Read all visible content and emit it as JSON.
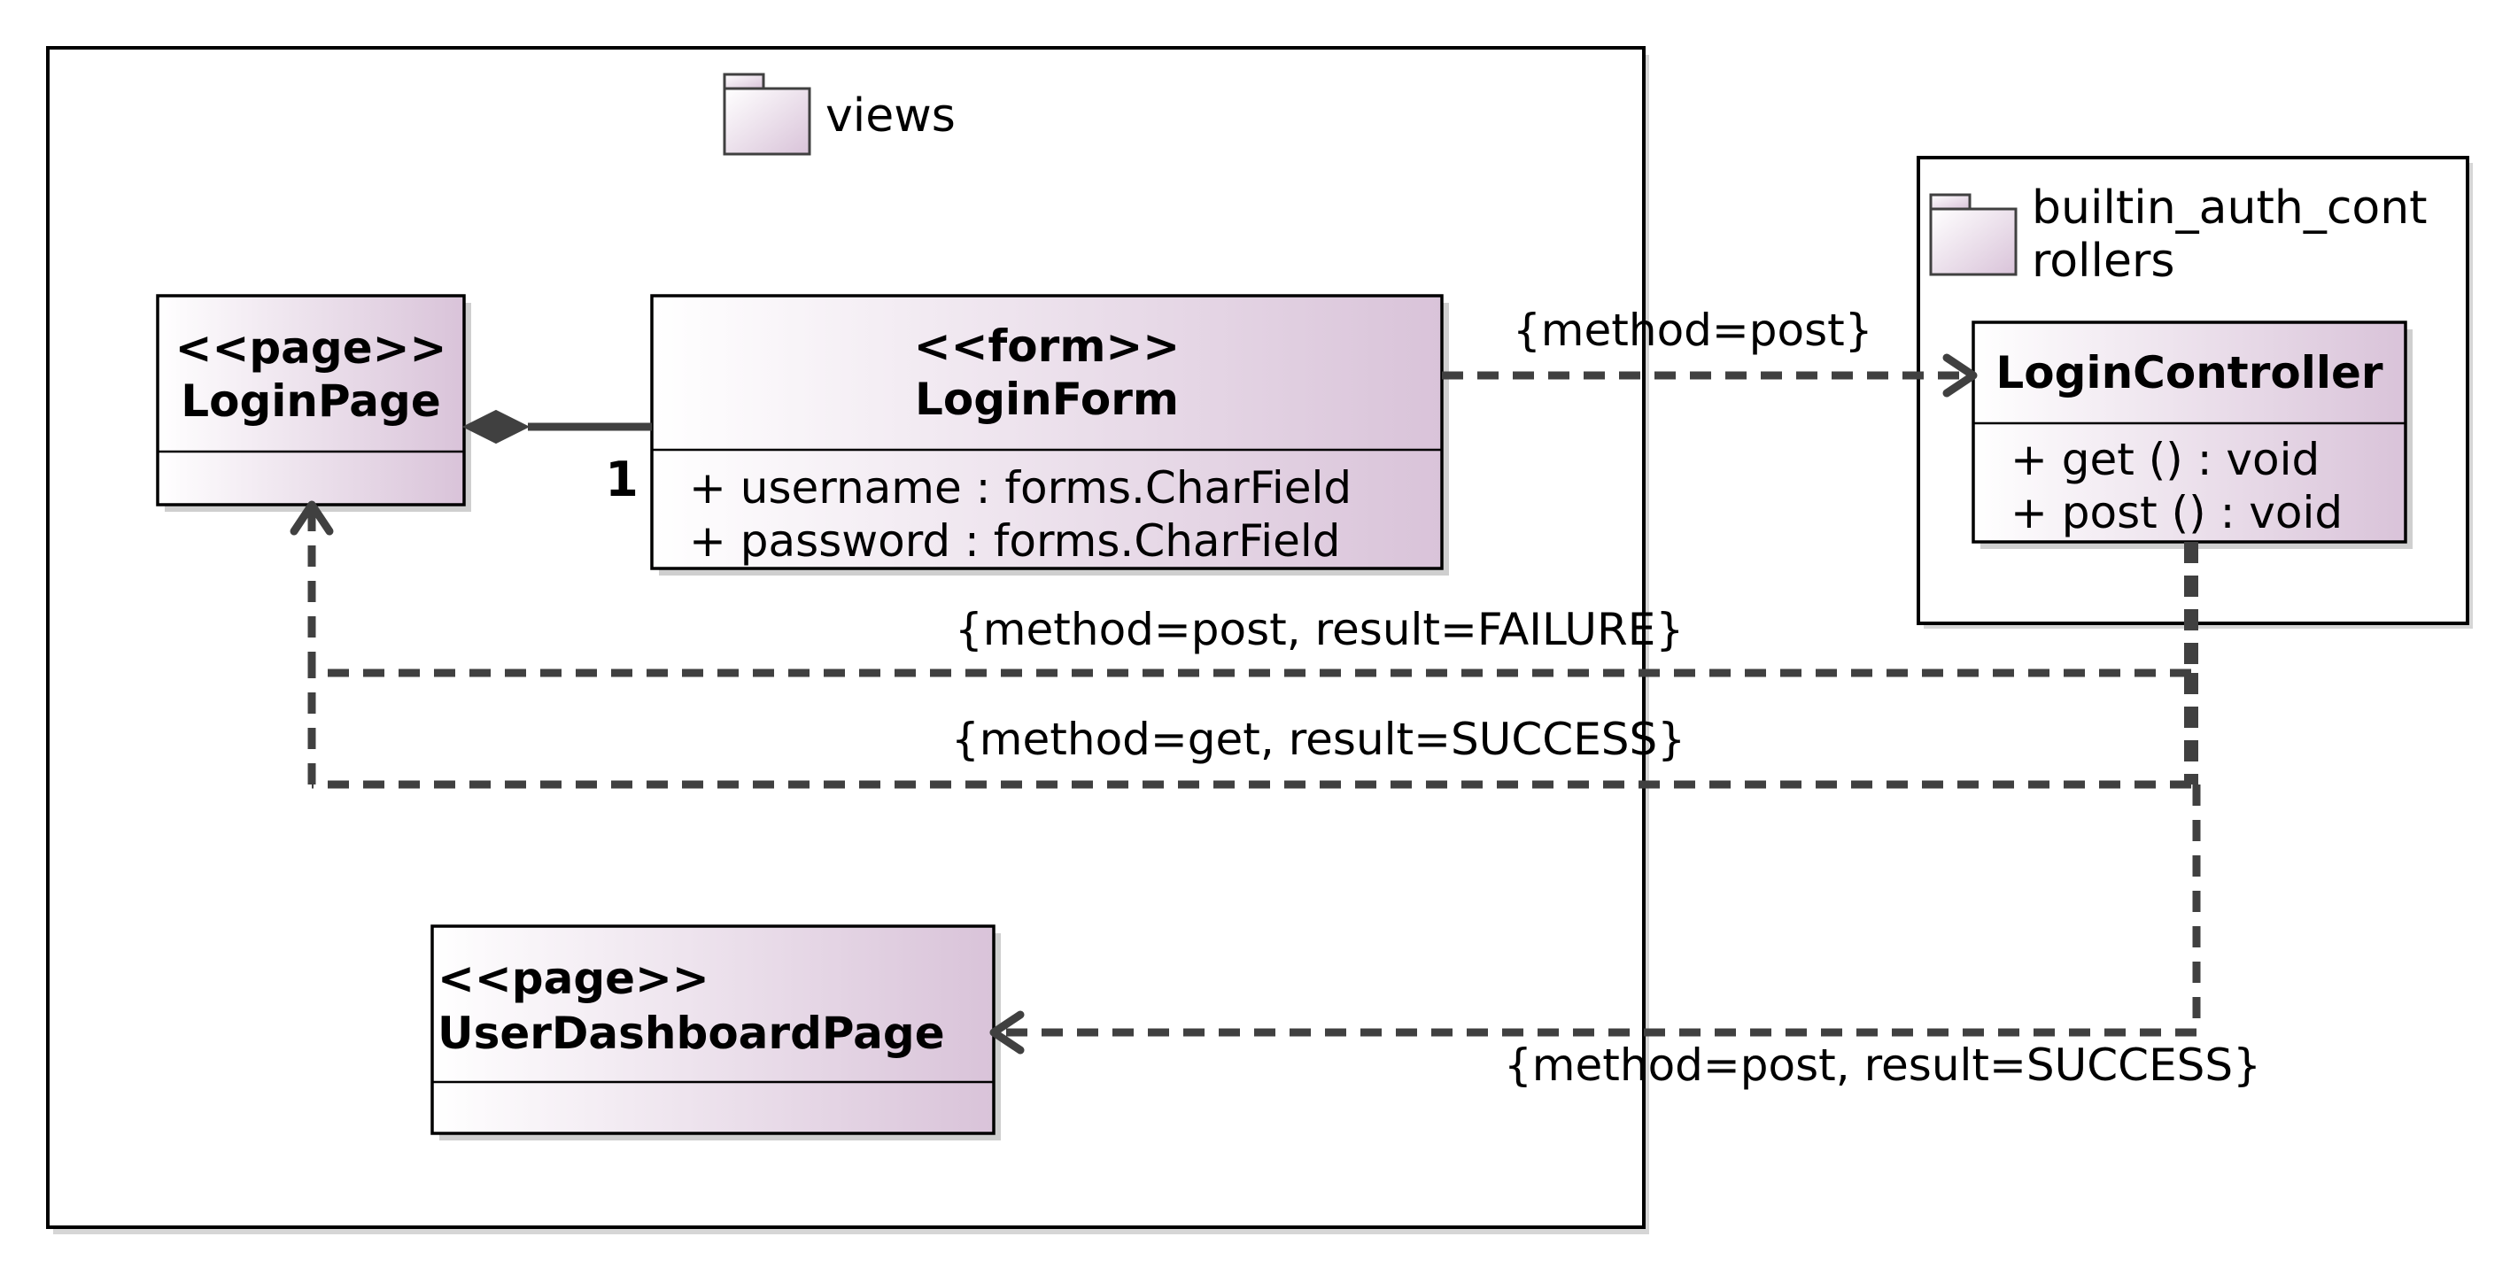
{
  "packages": {
    "views": {
      "name": "views"
    },
    "controllers": {
      "name_line1": "builtin_auth_cont",
      "name_line2": "rollers"
    }
  },
  "classes": {
    "login_page": {
      "stereotype": "<<page>>",
      "name": "LoginPage"
    },
    "login_form": {
      "stereotype": "<<form>>",
      "name": "LoginForm",
      "attributes": [
        "+ username : forms.CharField",
        "+ password : forms.CharField"
      ]
    },
    "user_dashboard_page": {
      "stereotype": "<<page>>",
      "name": "UserDashboardPage"
    },
    "login_controller": {
      "name": "LoginController",
      "operations": [
        "+ get () : void",
        "+ post () : void"
      ]
    }
  },
  "relations": {
    "composition_multiplicity": "1",
    "form_to_controller": "{method=post}",
    "failure_to_login_page": "{method=post, result=FAILURE}",
    "get_success_to_login_page": "{method=get, result=SUCCESS}",
    "post_success_to_dashboard": "{method=post, result=SUCCESS}"
  },
  "colors": {
    "gradient_start": "#ffffff",
    "gradient_end": "#d9c3d9",
    "line": "#404040"
  }
}
